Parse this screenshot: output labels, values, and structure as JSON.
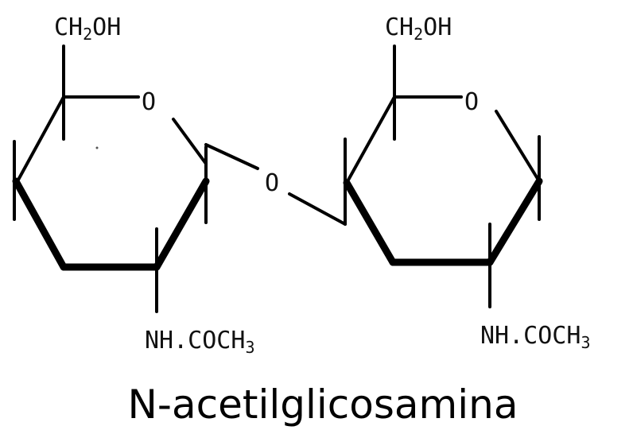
{
  "left_unit": {
    "top_group": {
      "prefix": "CH",
      "subscript": "2",
      "suffix": "OH"
    },
    "ring_oxygen": "O",
    "bottom_group": {
      "prefix": "NH.COCH",
      "subscript": "3"
    }
  },
  "bridge_oxygen": "O",
  "right_unit": {
    "top_group": {
      "prefix": "CH",
      "subscript": "2",
      "suffix": "OH"
    },
    "ring_oxygen": "O",
    "bottom_group": {
      "prefix": "NH.COCH",
      "subscript": "3"
    }
  },
  "caption": "N-acetilglicosamina"
}
